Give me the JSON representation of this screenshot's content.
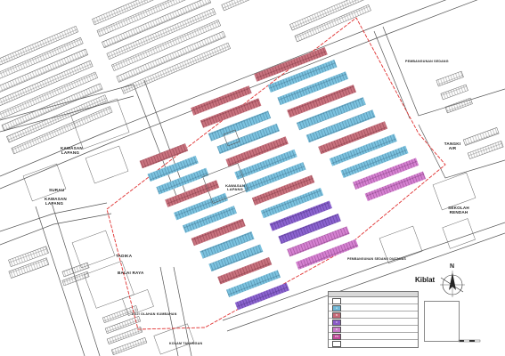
{
  "labels": {
    "pembangunan_sedang_right": "PEMBANGUNAN SEDANG",
    "pembangunan_sedang_bottom": "PEMBANGUNAN SEDANG DIATANAS",
    "surau": "SURAU",
    "kawasan_lapang_left": "KAWASAN LAPANG",
    "kawasan_lapang_center": "KAWASAN LAPANG",
    "kawasan_lapang_bottom": "KAWASAN LAPANG",
    "tadika": "TADIKA",
    "balai_raya": "BALAI RAYA",
    "tangki_air": "TANGKI AIR",
    "sekolah_rendah": "SEKOLAH RENDAH",
    "lojii": "LOJI OLAHAN KUMBAHAN",
    "kolam_takungan": "KOLAM TAKUNGAN",
    "kiblat": "Kiblat",
    "north": "N"
  },
  "legend": {
    "rows": [
      {
        "code": "",
        "color": "#ffffff"
      },
      {
        "code": "A",
        "color": "#6fb7d6"
      },
      {
        "code": "B",
        "color": "#c86a78"
      },
      {
        "code": "C",
        "color": "#8b5bc8"
      },
      {
        "code": "D",
        "color": "#c97ac8"
      },
      {
        "code": "PS",
        "color": "#c04a9a"
      },
      {
        "code": "",
        "color": "#ffffff"
      }
    ]
  },
  "colors": {
    "blue_block": "#7cc3e0",
    "red_block": "#c9737f",
    "purple_block": "#9068d0",
    "magenta_block": "#d27fcf",
    "boundary": "#e03030",
    "linework": "#555555"
  }
}
